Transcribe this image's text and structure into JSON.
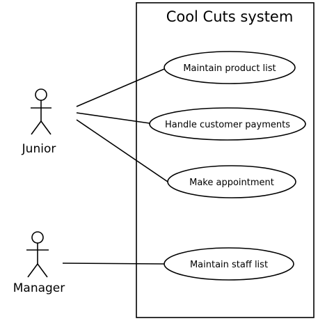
{
  "system": {
    "title": "Cool Cuts system"
  },
  "actors": [
    {
      "name": "Junior"
    },
    {
      "name": "Manager"
    }
  ],
  "use_cases": [
    {
      "label": "Maintain product list"
    },
    {
      "label": "Handle customer payments"
    },
    {
      "label": "Make appointment"
    },
    {
      "label": "Maintain staff list"
    }
  ],
  "associations": [
    {
      "actor": "Junior",
      "use_case": "Maintain product list"
    },
    {
      "actor": "Junior",
      "use_case": "Handle customer payments"
    },
    {
      "actor": "Junior",
      "use_case": "Make appointment"
    },
    {
      "actor": "Manager",
      "use_case": "Maintain staff list"
    }
  ]
}
